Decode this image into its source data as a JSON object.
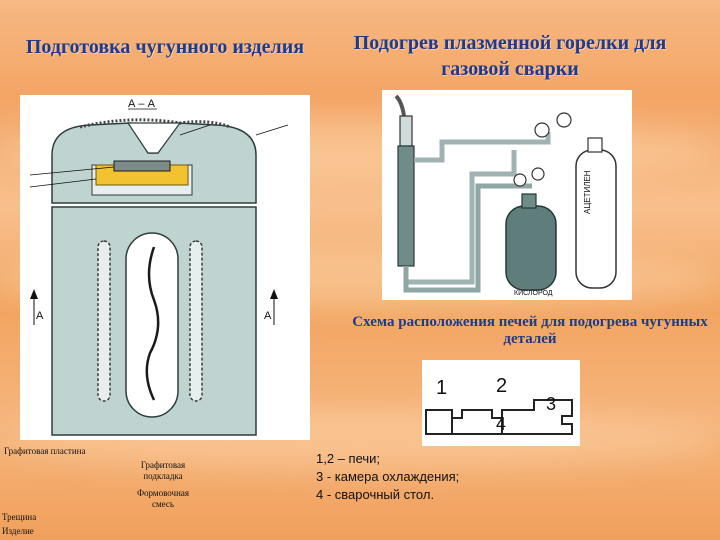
{
  "titles": {
    "left": "Подготовка чугунного изделия",
    "right": "Подогрев плазменной горелки для газовой сварки",
    "furnace": "Схема расположения печей для подогрева чугунных деталей"
  },
  "casting_diagram": {
    "section_label": "А – А",
    "arrow_left_label": "А",
    "arrow_right_label": "А",
    "annotations": [
      "Графитовая пластина",
      "Графитовая подкладка",
      "Формовочная смесь",
      "Трещина",
      "Изделие"
    ]
  },
  "torch_diagram": {
    "acetylene_label": "АЦЕТИЛЕН",
    "oxygen_label": "КИСЛОРОД"
  },
  "furnace_diagram": {
    "labels": [
      "1",
      "2",
      "3",
      "4"
    ]
  },
  "legend": [
    "1,2 – печи;",
    "3 - камера охлаждения;",
    "4 - сварочный стол."
  ],
  "colors": {
    "title": "#1f3a8a",
    "background": "#f3a565",
    "grout": "#f2c230"
  }
}
